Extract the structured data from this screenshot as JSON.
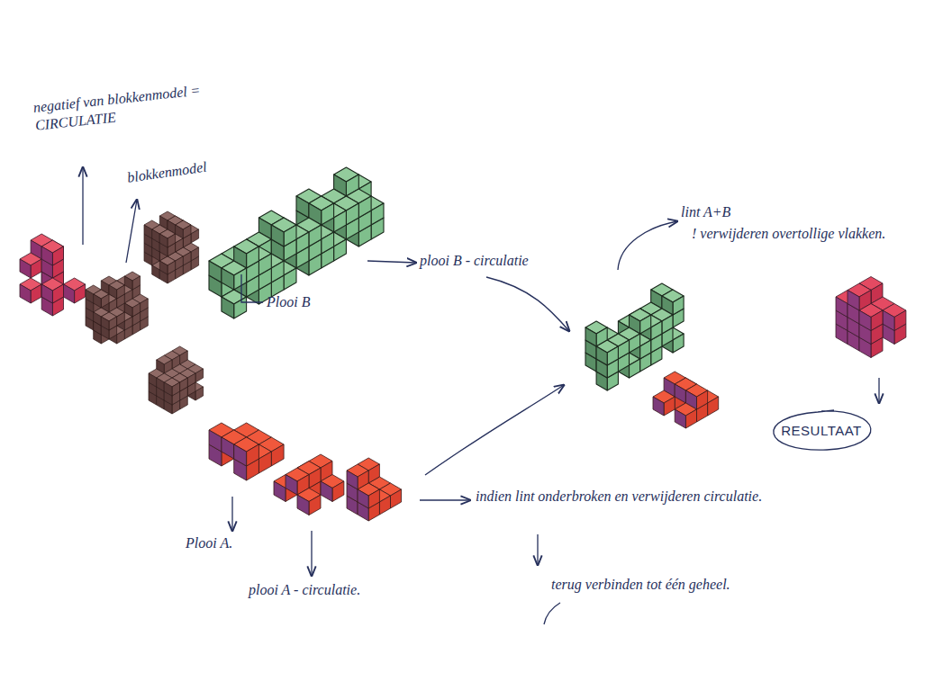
{
  "diagram": {
    "nodes": [
      {
        "text": [
          "RESULTAAT"
        ]
      }
    ],
    "edges": [],
    "labels": [
      "negatief van blokkenmodel = CIRCULATIE",
      "blokkenmodel",
      "plooi B - circulatie",
      "Plooi B",
      "lint A+B",
      "! verwijderen overtollige vlakken.",
      "Plooi A.",
      "plooi A - circulatie.",
      "indien lint onderbroken en verwijderen circulatie.",
      "terug verbinden tot één geheel."
    ]
  }
}
